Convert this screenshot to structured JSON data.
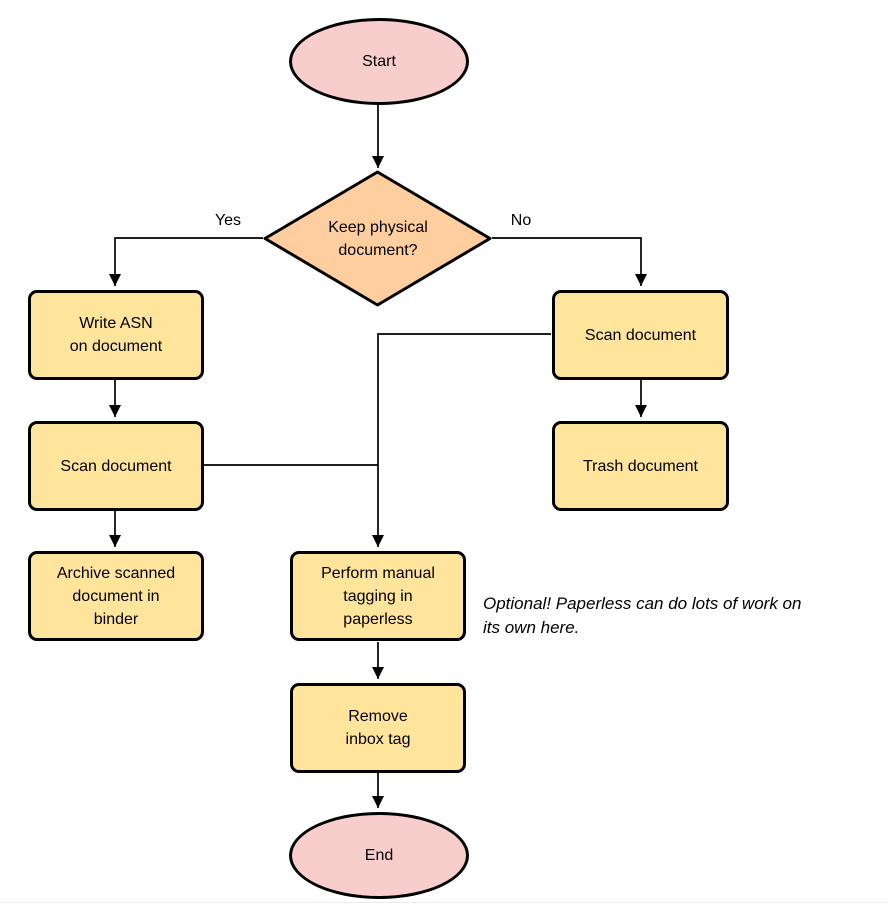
{
  "diagram": {
    "type": "flowchart",
    "colors": {
      "terminal_fill": "#f8cecc",
      "process_fill": "#ffe49c",
      "decision_fill": "#ffce9f",
      "stroke": "#000000",
      "text": "#000000"
    },
    "nodes": {
      "start": {
        "shape": "ellipse",
        "label": "Start"
      },
      "decision": {
        "shape": "diamond",
        "label": "Keep physical\ndocument?"
      },
      "write_asn": {
        "shape": "process",
        "label": "Write ASN\non document"
      },
      "scan_left": {
        "shape": "process",
        "label": "Scan document"
      },
      "archive": {
        "shape": "process",
        "label": "Archive scanned\ndocument in\nbinder"
      },
      "scan_right": {
        "shape": "process",
        "label": "Scan document"
      },
      "trash": {
        "shape": "process",
        "label": "Trash document"
      },
      "tagging": {
        "shape": "process",
        "label": "Perform manual\ntagging in\npaperless"
      },
      "remove_inbox": {
        "shape": "process",
        "label": "Remove\ninbox tag"
      },
      "end": {
        "shape": "ellipse",
        "label": "End"
      }
    },
    "edge_labels": {
      "yes": "Yes",
      "no": "No"
    },
    "annotation": "Optional! Paperless can do lots of work on\nits own here."
  }
}
